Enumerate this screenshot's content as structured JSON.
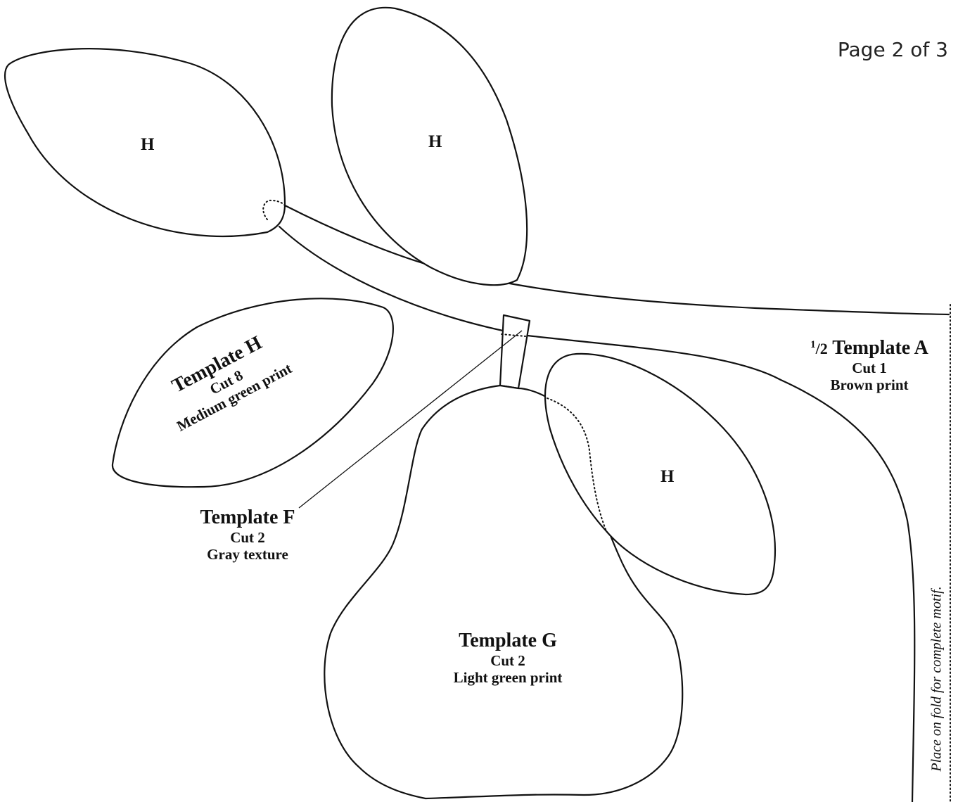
{
  "page_number": "Page 2 of 3",
  "leaf_marker": "H",
  "templates": {
    "h": {
      "title": "Template H",
      "cut": "Cut 8",
      "fabric": "Medium green print"
    },
    "f": {
      "title": "Template F",
      "cut": "Cut 2",
      "fabric": "Gray texture"
    },
    "g": {
      "title": "Template G",
      "cut": "Cut 2",
      "fabric": "Light green print"
    },
    "a": {
      "fraction_num": "1",
      "fraction_den": "/2",
      "title": "Template A",
      "cut": "Cut 1",
      "fabric": "Brown print"
    }
  },
  "fold_note": "Place on fold for complete motif."
}
